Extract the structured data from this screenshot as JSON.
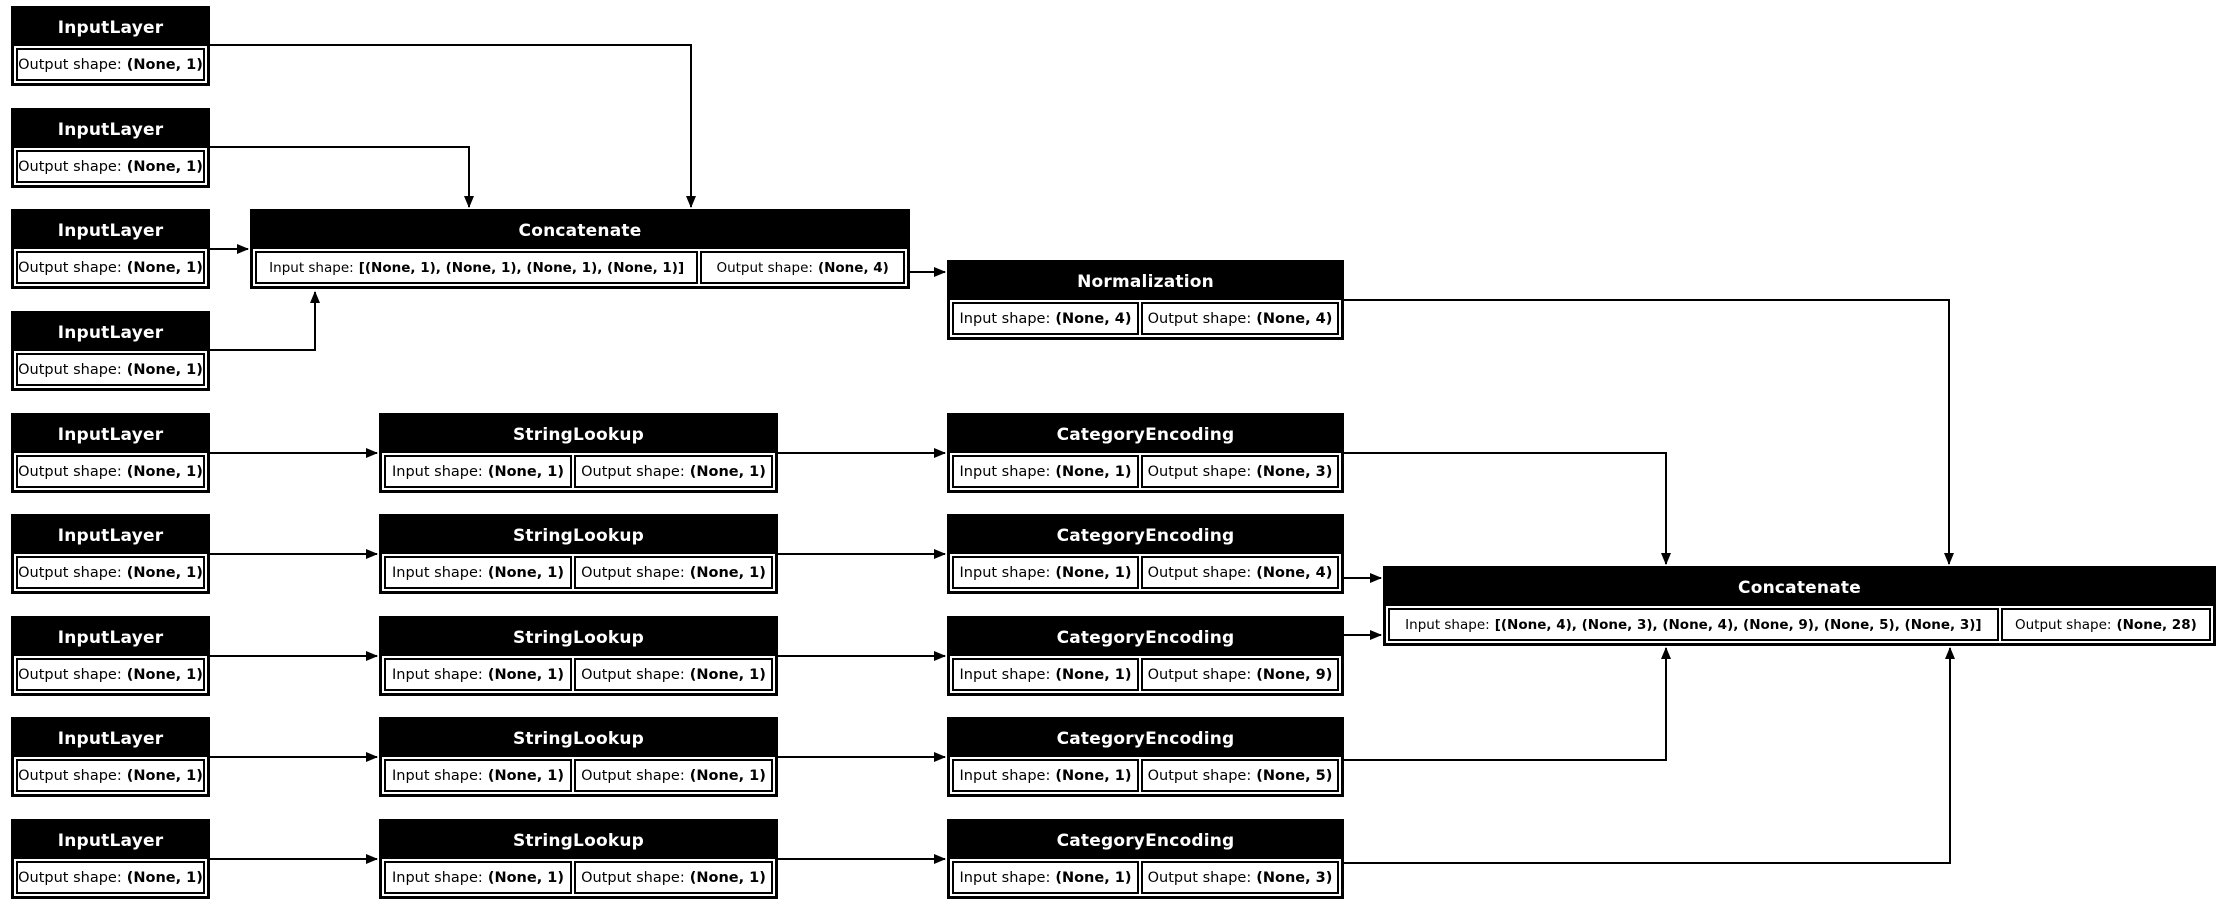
{
  "diagram_type": "keras-model-graph",
  "colors": {
    "background": "#ffffff",
    "node_header_fill": "#000000",
    "node_header_text": "#ffffff",
    "cell_fill": "#ffffff",
    "cell_text": "#000000",
    "border": "#000000",
    "edge": "#000000"
  },
  "nodes": [
    {
      "id": "input_layer_1",
      "type": "InputLayer",
      "title": "InputLayer",
      "cells": [
        {
          "label": "Output shape:",
          "value": "(None, 1)"
        }
      ]
    },
    {
      "id": "input_layer_2",
      "type": "InputLayer",
      "title": "InputLayer",
      "cells": [
        {
          "label": "Output shape:",
          "value": "(None, 1)"
        }
      ]
    },
    {
      "id": "input_layer_3",
      "type": "InputLayer",
      "title": "InputLayer",
      "cells": [
        {
          "label": "Output shape:",
          "value": "(None, 1)"
        }
      ]
    },
    {
      "id": "input_layer_4",
      "type": "InputLayer",
      "title": "InputLayer",
      "cells": [
        {
          "label": "Output shape:",
          "value": "(None, 1)"
        }
      ]
    },
    {
      "id": "concatenate_1",
      "type": "Concatenate",
      "title": "Concatenate",
      "cells": [
        {
          "label": "Input shape:",
          "value": "[(None, 1), (None, 1), (None, 1), (None, 1)]"
        },
        {
          "label": "Output shape:",
          "value": "(None, 4)"
        }
      ]
    },
    {
      "id": "normalization",
      "type": "Normalization",
      "title": "Normalization",
      "cells": [
        {
          "label": "Input shape:",
          "value": "(None, 4)"
        },
        {
          "label": "Output shape:",
          "value": "(None, 4)"
        }
      ]
    },
    {
      "id": "input_layer_5",
      "type": "InputLayer",
      "title": "InputLayer",
      "cells": [
        {
          "label": "Output shape:",
          "value": "(None, 1)"
        }
      ]
    },
    {
      "id": "input_layer_6",
      "type": "InputLayer",
      "title": "InputLayer",
      "cells": [
        {
          "label": "Output shape:",
          "value": "(None, 1)"
        }
      ]
    },
    {
      "id": "input_layer_7",
      "type": "InputLayer",
      "title": "InputLayer",
      "cells": [
        {
          "label": "Output shape:",
          "value": "(None, 1)"
        }
      ]
    },
    {
      "id": "input_layer_8",
      "type": "InputLayer",
      "title": "InputLayer",
      "cells": [
        {
          "label": "Output shape:",
          "value": "(None, 1)"
        }
      ]
    },
    {
      "id": "input_layer_9",
      "type": "InputLayer",
      "title": "InputLayer",
      "cells": [
        {
          "label": "Output shape:",
          "value": "(None, 1)"
        }
      ]
    },
    {
      "id": "string_lookup_1",
      "type": "StringLookup",
      "title": "StringLookup",
      "cells": [
        {
          "label": "Input shape:",
          "value": "(None, 1)"
        },
        {
          "label": "Output shape:",
          "value": "(None, 1)"
        }
      ]
    },
    {
      "id": "string_lookup_2",
      "type": "StringLookup",
      "title": "StringLookup",
      "cells": [
        {
          "label": "Input shape:",
          "value": "(None, 1)"
        },
        {
          "label": "Output shape:",
          "value": "(None, 1)"
        }
      ]
    },
    {
      "id": "string_lookup_3",
      "type": "StringLookup",
      "title": "StringLookup",
      "cells": [
        {
          "label": "Input shape:",
          "value": "(None, 1)"
        },
        {
          "label": "Output shape:",
          "value": "(None, 1)"
        }
      ]
    },
    {
      "id": "string_lookup_4",
      "type": "StringLookup",
      "title": "StringLookup",
      "cells": [
        {
          "label": "Input shape:",
          "value": "(None, 1)"
        },
        {
          "label": "Output shape:",
          "value": "(None, 1)"
        }
      ]
    },
    {
      "id": "string_lookup_5",
      "type": "StringLookup",
      "title": "StringLookup",
      "cells": [
        {
          "label": "Input shape:",
          "value": "(None, 1)"
        },
        {
          "label": "Output shape:",
          "value": "(None, 1)"
        }
      ]
    },
    {
      "id": "category_encoding_1",
      "type": "CategoryEncoding",
      "title": "CategoryEncoding",
      "cells": [
        {
          "label": "Input shape:",
          "value": "(None, 1)"
        },
        {
          "label": "Output shape:",
          "value": "(None, 3)"
        }
      ]
    },
    {
      "id": "category_encoding_2",
      "type": "CategoryEncoding",
      "title": "CategoryEncoding",
      "cells": [
        {
          "label": "Input shape:",
          "value": "(None, 1)"
        },
        {
          "label": "Output shape:",
          "value": "(None, 4)"
        }
      ]
    },
    {
      "id": "category_encoding_3",
      "type": "CategoryEncoding",
      "title": "CategoryEncoding",
      "cells": [
        {
          "label": "Input shape:",
          "value": "(None, 1)"
        },
        {
          "label": "Output shape:",
          "value": "(None, 9)"
        }
      ]
    },
    {
      "id": "category_encoding_4",
      "type": "CategoryEncoding",
      "title": "CategoryEncoding",
      "cells": [
        {
          "label": "Input shape:",
          "value": "(None, 1)"
        },
        {
          "label": "Output shape:",
          "value": "(None, 5)"
        }
      ]
    },
    {
      "id": "category_encoding_5",
      "type": "CategoryEncoding",
      "title": "CategoryEncoding",
      "cells": [
        {
          "label": "Input shape:",
          "value": "(None, 1)"
        },
        {
          "label": "Output shape:",
          "value": "(None, 3)"
        }
      ]
    },
    {
      "id": "concatenate_2",
      "type": "Concatenate",
      "title": "Concatenate",
      "cells": [
        {
          "label": "Input shape:",
          "value": "[(None, 4), (None, 3), (None, 4), (None, 9), (None, 5), (None, 3)]"
        },
        {
          "label": "Output shape:",
          "value": "(None, 28)"
        }
      ]
    }
  ],
  "edges": [
    {
      "from": "input_layer_1",
      "to": "concatenate_1"
    },
    {
      "from": "input_layer_2",
      "to": "concatenate_1"
    },
    {
      "from": "input_layer_3",
      "to": "concatenate_1"
    },
    {
      "from": "input_layer_4",
      "to": "concatenate_1"
    },
    {
      "from": "concatenate_1",
      "to": "normalization"
    },
    {
      "from": "normalization",
      "to": "concatenate_2"
    },
    {
      "from": "input_layer_5",
      "to": "string_lookup_1"
    },
    {
      "from": "input_layer_6",
      "to": "string_lookup_2"
    },
    {
      "from": "input_layer_7",
      "to": "string_lookup_3"
    },
    {
      "from": "input_layer_8",
      "to": "string_lookup_4"
    },
    {
      "from": "input_layer_9",
      "to": "string_lookup_5"
    },
    {
      "from": "string_lookup_1",
      "to": "category_encoding_1"
    },
    {
      "from": "string_lookup_2",
      "to": "category_encoding_2"
    },
    {
      "from": "string_lookup_3",
      "to": "category_encoding_3"
    },
    {
      "from": "string_lookup_4",
      "to": "category_encoding_4"
    },
    {
      "from": "string_lookup_5",
      "to": "category_encoding_5"
    },
    {
      "from": "category_encoding_1",
      "to": "concatenate_2"
    },
    {
      "from": "category_encoding_2",
      "to": "concatenate_2"
    },
    {
      "from": "category_encoding_3",
      "to": "concatenate_2"
    },
    {
      "from": "category_encoding_4",
      "to": "concatenate_2"
    },
    {
      "from": "category_encoding_5",
      "to": "concatenate_2"
    }
  ]
}
